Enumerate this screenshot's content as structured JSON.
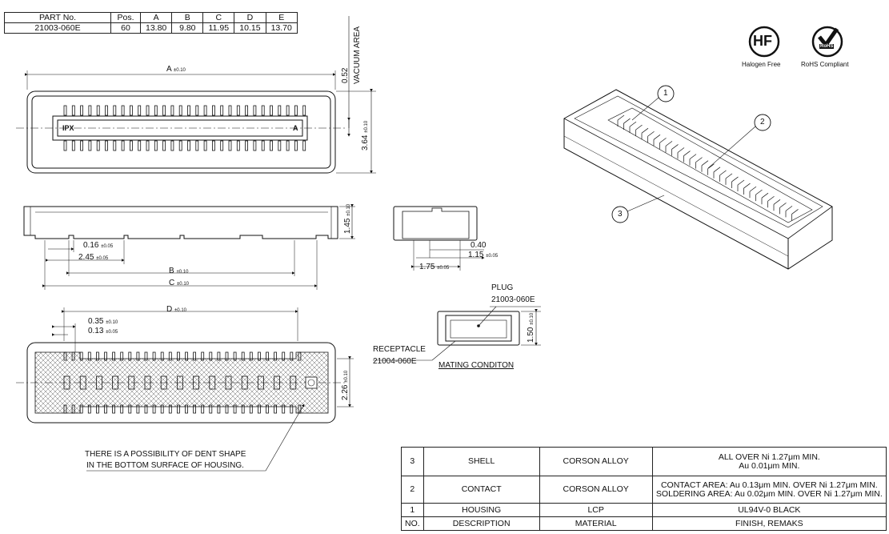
{
  "part_table": {
    "headers": [
      "PART No.",
      "Pos.",
      "A",
      "B",
      "C",
      "D",
      "E"
    ],
    "row": [
      "21003-060E",
      "60",
      "13.80",
      "9.80",
      "11.95",
      "10.15",
      "13.70"
    ]
  },
  "badges": {
    "hf_symbol": "HF",
    "hf_label": "Halogen Free",
    "rohs_symbol": "RoHS",
    "rohs_label": "RoHS Compliant"
  },
  "top_view": {
    "dim_a": "A",
    "tol_a": "±0.10",
    "vacuum_value": "0.52",
    "vacuum_label": "VACUUM AREA",
    "height_value": "3.64",
    "height_tol": "±0.10",
    "brand_mark": "IPX",
    "pin_a_mark": "A"
  },
  "side_view": {
    "dim_016": "0.16",
    "tol_016": "±0.05",
    "dim_245": "2.45",
    "tol_245": "±0.05",
    "dim_b": "B",
    "tol_b": "±0.10",
    "dim_c": "C",
    "tol_c": "±0.10",
    "height": "1.45",
    "height_tol": "±0.10"
  },
  "end_view": {
    "dim_040": "0.40",
    "dim_115": "1.15",
    "tol_115": "±0.05",
    "dim_175": "1.75",
    "tol_175": "±0.05"
  },
  "mating": {
    "plug_label": "PLUG",
    "plug_part": "21003-060E",
    "receptacle_label": "RECEPTACLE",
    "receptacle_part": "21004-060E",
    "height": "1.50",
    "height_tol": "±0.10",
    "caption": "MATING CONDITON"
  },
  "bottom_view": {
    "dim_d": "D",
    "tol_d": "±0.10",
    "dim_035": "0.35",
    "tol_035": "±0.10",
    "dim_013": "0.13",
    "tol_013": "±0.05",
    "height": "2.26",
    "height_tol": "±0.10",
    "note_line1": "THERE IS A POSSIBILITY OF DENT SHAPE",
    "note_line2": "IN THE BOTTOM SURFACE OF HOUSING."
  },
  "callouts": [
    "1",
    "2",
    "3"
  ],
  "materials": {
    "rows": [
      {
        "no": "3",
        "desc": "SHELL",
        "material": "CORSON ALLOY",
        "finish": [
          "ALL OVER Ni 1.27μm MIN.",
          "Au 0.01μm MIN."
        ]
      },
      {
        "no": "2",
        "desc": "CONTACT",
        "material": "CORSON ALLOY",
        "finish": [
          "CONTACT AREA: Au 0.13μm MIN. OVER Ni 1.27μm MIN.",
          "SOLDERING AREA: Au 0.02μm MIN. OVER Ni 1.27μm MIN."
        ]
      },
      {
        "no": "1",
        "desc": "HOUSING",
        "material": "LCP",
        "finish": [
          "UL94V-0 BLACK"
        ]
      }
    ],
    "header": {
      "no": "NO.",
      "desc": "DESCRIPTION",
      "material": "MATERIAL",
      "finish": "FINISH, REMAKS"
    }
  }
}
